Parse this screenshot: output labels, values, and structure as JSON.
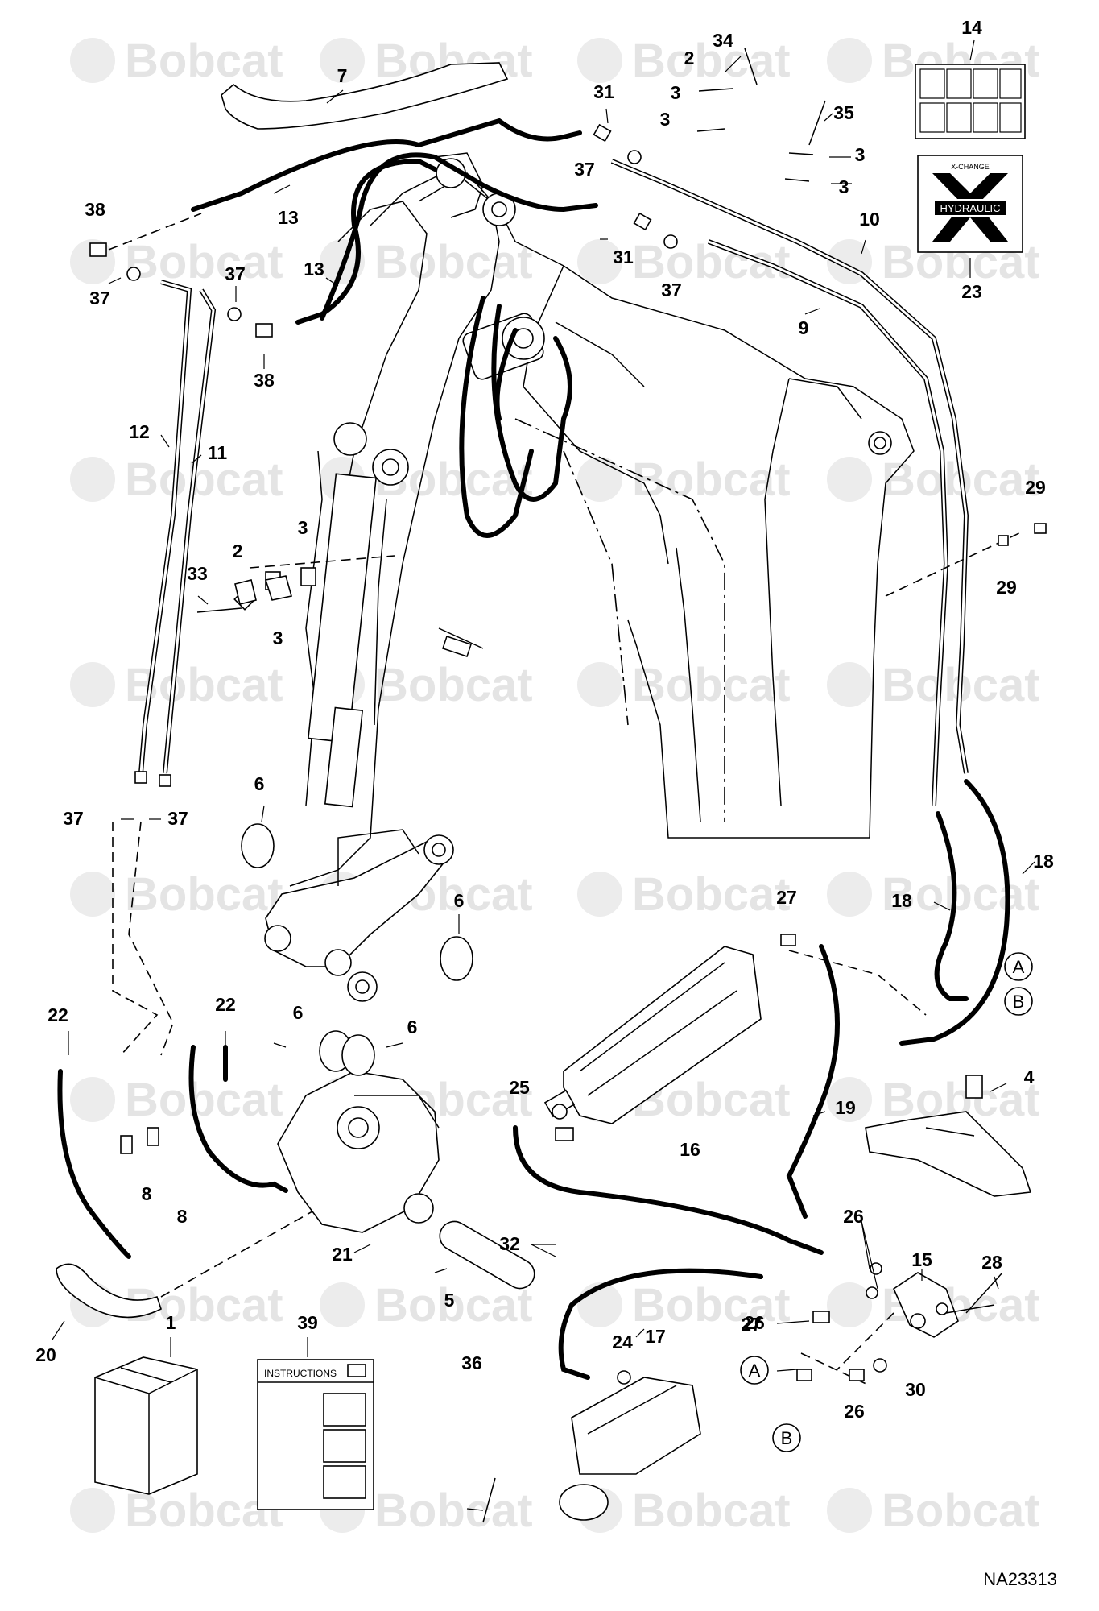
{
  "watermark": {
    "brand_text": "Bobcat"
  },
  "drawing_number": "NA23313",
  "callouts": {
    "c1": "1",
    "c2a": "2",
    "c2b": "2",
    "c3a": "3",
    "c3b": "3",
    "c3c": "3",
    "c3d": "3",
    "c3e": "3",
    "c3f": "3",
    "c4": "4",
    "c5": "5",
    "c6a": "6",
    "c6b": "6",
    "c6c": "6",
    "c6d": "6",
    "c7": "7",
    "c8a": "8",
    "c8b": "8",
    "c9": "9",
    "c10": "10",
    "c11": "11",
    "c12": "12",
    "c13a": "13",
    "c13b": "13",
    "c14": "14",
    "c15": "15",
    "c16": "16",
    "c17": "17",
    "c18a": "18",
    "c18b": "18",
    "c19": "19",
    "c20": "20",
    "c21": "21",
    "c22a": "22",
    "c22b": "22",
    "c23": "23",
    "c24": "24",
    "c25": "25",
    "c26a": "26",
    "c26b": "26",
    "c26c": "26",
    "c27a": "27",
    "c27b": "27",
    "c28": "28",
    "c29a": "29",
    "c29b": "29",
    "c30": "30",
    "c31a": "31",
    "c31b": "31",
    "c32": "32",
    "c33": "33",
    "c34": "34",
    "c35": "35",
    "c36": "36",
    "c37a": "37",
    "c37b": "37",
    "c37c": "37",
    "c37d": "37",
    "c37e": "37",
    "c37f": "37",
    "c38a": "38",
    "c38b": "38",
    "c39": "39"
  },
  "connection_markers": {
    "a_top": "A",
    "b_top": "B",
    "a_bottom": "A",
    "b_bottom": "B"
  },
  "decal_23": {
    "top_text": "X-CHANGE",
    "main_text": "HYDRAULIC"
  },
  "instructions_sheet": {
    "title": "INSTRUCTIONS"
  },
  "colors": {
    "line": "#000000",
    "background": "#ffffff",
    "watermark": "#e4e4e4"
  }
}
